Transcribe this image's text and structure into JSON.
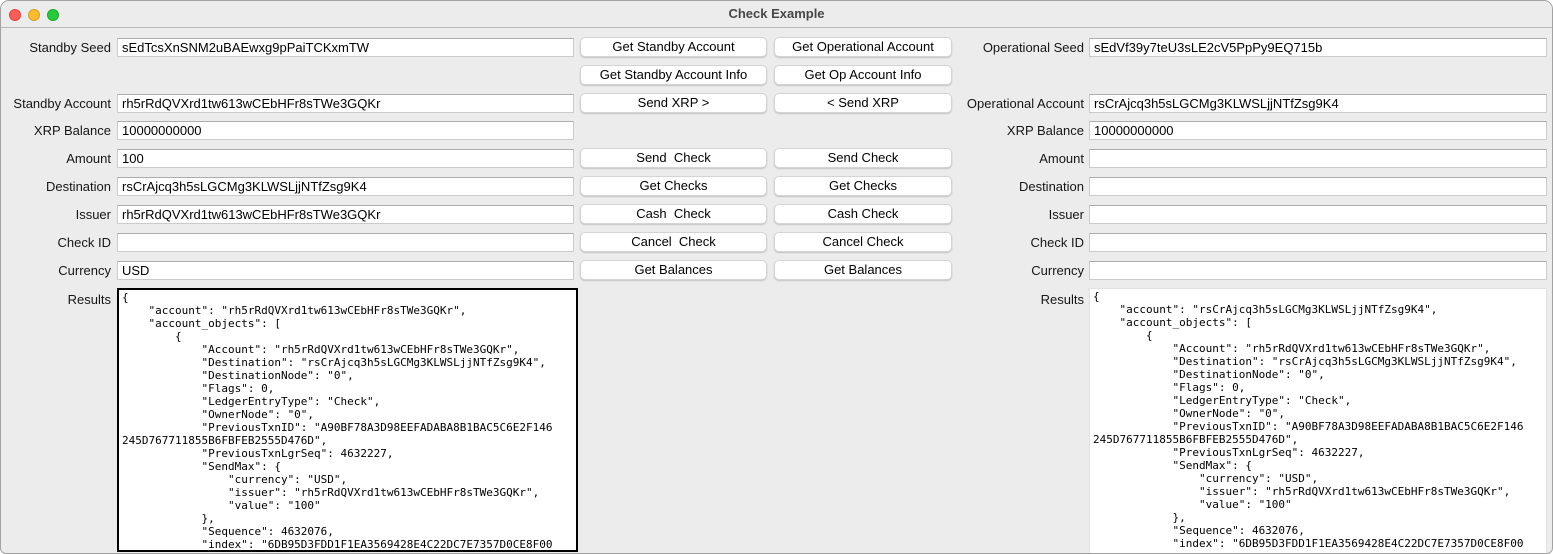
{
  "window": {
    "title": "Check Example"
  },
  "titlebar_colors": {
    "close": "#ff5f57",
    "minimize": "#febc2e",
    "zoom": "#28c840"
  },
  "buttons": {
    "standby": [
      "Get Standby Account",
      "Get Standby Account Info",
      "Send XRP >",
      "Send  Check",
      "Get Checks",
      "Cash  Check",
      "Cancel  Check",
      "Get Balances"
    ],
    "operational": [
      "Get Operational Account",
      "Get Op Account Info",
      "< Send XRP",
      "Send Check",
      "Get Checks",
      "Cash Check",
      "Cancel Check",
      "Get Balances"
    ]
  },
  "left": {
    "seed": {
      "label": "Standby Seed",
      "value": "sEdTcsXnSNM2uBAEwxg9pPaiTCKxmTW"
    },
    "account": {
      "label": "Standby Account",
      "value": "rh5rRdQVXrd1tw613wCEbHFr8sTWe3GQKr"
    },
    "balance": {
      "label": "XRP Balance",
      "value": "10000000000"
    },
    "amount": {
      "label": "Amount",
      "value": "100"
    },
    "destination": {
      "label": "Destination",
      "value": "rsCrAjcq3h5sLGCMg3KLWSLjjNTfZsg9K4"
    },
    "issuer": {
      "label": "Issuer",
      "value": "rh5rRdQVXrd1tw613wCEbHFr8sTWe3GQKr"
    },
    "check_id": {
      "label": "Check ID",
      "value": ""
    },
    "currency": {
      "label": "Currency",
      "value": "USD"
    },
    "results": {
      "label": "Results",
      "text": "{\n    \"account\": \"rh5rRdQVXrd1tw613wCEbHFr8sTWe3GQKr\",\n    \"account_objects\": [\n        {\n            \"Account\": \"rh5rRdQVXrd1tw613wCEbHFr8sTWe3GQKr\",\n            \"Destination\": \"rsCrAjcq3h5sLGCMg3KLWSLjjNTfZsg9K4\",\n            \"DestinationNode\": \"0\",\n            \"Flags\": 0,\n            \"LedgerEntryType\": \"Check\",\n            \"OwnerNode\": \"0\",\n            \"PreviousTxnID\": \"A90BF78A3D98EEFADABA8B1BAC5C6E2F146\n245D767711855B6FBFEB2555D476D\",\n            \"PreviousTxnLgrSeq\": 4632227,\n            \"SendMax\": {\n                \"currency\": \"USD\",\n                \"issuer\": \"rh5rRdQVXrd1tw613wCEbHFr8sTWe3GQKr\",\n                \"value\": \"100\"\n            },\n            \"Sequence\": 4632076,\n            \"index\": \"6DB95D3FDD1F1EA3569428E4C22DC7E7357D0CE8F00"
    }
  },
  "right": {
    "seed": {
      "label": "Operational Seed",
      "value": "sEdVf39y7teU3sLE2cV5PpPy9EQ715b"
    },
    "account": {
      "label": "Operational Account",
      "value": "rsCrAjcq3h5sLGCMg3KLWSLjjNTfZsg9K4"
    },
    "balance": {
      "label": "XRP Balance",
      "value": "10000000000"
    },
    "amount": {
      "label": "Amount",
      "value": ""
    },
    "destination": {
      "label": "Destination",
      "value": ""
    },
    "issuer": {
      "label": "Issuer",
      "value": ""
    },
    "check_id": {
      "label": "Check ID",
      "value": ""
    },
    "currency": {
      "label": "Currency",
      "value": ""
    },
    "results": {
      "label": "Results",
      "text": "{\n    \"account\": \"rsCrAjcq3h5sLGCMg3KLWSLjjNTfZsg9K4\",\n    \"account_objects\": [\n        {\n            \"Account\": \"rh5rRdQVXrd1tw613wCEbHFr8sTWe3GQKr\",\n            \"Destination\": \"rsCrAjcq3h5sLGCMg3KLWSLjjNTfZsg9K4\",\n            \"DestinationNode\": \"0\",\n            \"Flags\": 0,\n            \"LedgerEntryType\": \"Check\",\n            \"OwnerNode\": \"0\",\n            \"PreviousTxnID\": \"A90BF78A3D98EEFADABA8B1BAC5C6E2F146\n245D767711855B6FBFEB2555D476D\",\n            \"PreviousTxnLgrSeq\": 4632227,\n            \"SendMax\": {\n                \"currency\": \"USD\",\n                \"issuer\": \"rh5rRdQVXrd1tw613wCEbHFr8sTWe3GQKr\",\n                \"value\": \"100\"\n            },\n            \"Sequence\": 4632076,\n            \"index\": \"6DB95D3FDD1F1EA3569428E4C22DC7E7357D0CE8F00"
    }
  }
}
